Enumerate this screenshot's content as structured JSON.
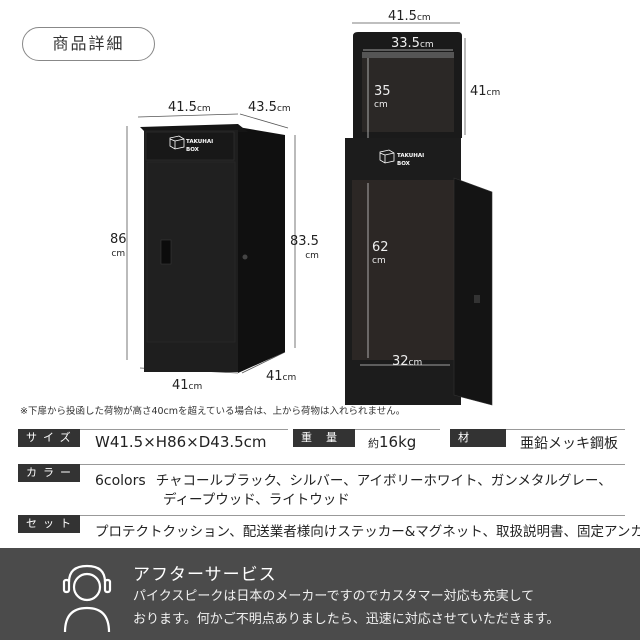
{
  "header": {
    "title": "商品詳細"
  },
  "diagram_closed": {
    "width_top": "41.5",
    "depth_top": "43.5",
    "height_front": "86",
    "height_back": "83.5",
    "width_bottom": "41",
    "depth_bottom": "41",
    "unit": "cm",
    "logo_line1": "TAKUHAI",
    "logo_line2": "BOX"
  },
  "diagram_open": {
    "outer_width": "41.5",
    "inner_width_top": "33.5",
    "lid_height": "41",
    "top_depth": "35",
    "inner_height": "62",
    "inner_width_bottom": "32",
    "unit": "cm",
    "logo_line1": "TAKUHAI",
    "logo_line2": "BOX"
  },
  "note": "※下扉から投函した荷物が高さ40cmを超えている場合は、上から荷物は入れられません。",
  "specs": {
    "size_label": "サイズ",
    "size_value": "W41.5×H86×D43.5cm",
    "weight_label": "重量",
    "weight_prefix": "約",
    "weight_value": "16kg",
    "material_label": "材質",
    "material_value": "亜鉛メッキ鋼板",
    "color_label": "カラー",
    "color_count": "6colors",
    "color_line1": "チャコールブラック、シルバー、アイボリーホワイト、ガンメタルグレー、",
    "color_line2": "ディープウッド、ライトウッド",
    "set_label": "セット",
    "set_value": "プロテクトクッション、配送業者様向けステッカー&マグネット、取扱説明書、固定アンカー"
  },
  "after_service": {
    "icon": "headset-person-icon",
    "title": "アフターサービス",
    "line1": "パイクスピークは日本のメーカーですのでカスタマー対応も充実して",
    "line2": "おります。何かご不明点ありましたら、迅速に対応させていただきます。"
  },
  "colors": {
    "label_bg": "#333333",
    "band_bg": "#4b4b4b",
    "box": "#1c1c1c"
  }
}
